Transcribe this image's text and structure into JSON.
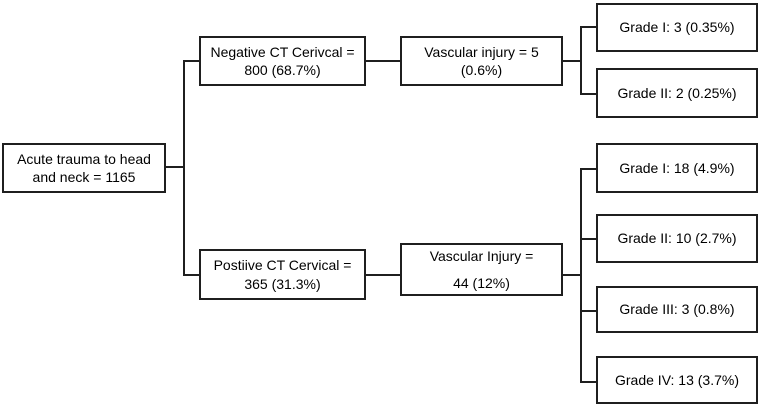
{
  "diagram": {
    "root": {
      "line1": "Acute trauma to head",
      "line2": "and neck = 1165"
    },
    "negative_branch": {
      "ct": {
        "line1": "Negative CT Cerivcal =",
        "line2": "800 (68.7%)"
      },
      "vascular": {
        "line1": "Vascular injury = 5",
        "line2": "(0.6%)"
      },
      "grades": [
        {
          "label": "Grade I: 3 (0.35%)"
        },
        {
          "label": "Grade II: 2 (0.25%)"
        }
      ]
    },
    "positive_branch": {
      "ct": {
        "line1": "Postiive CT Cervical =",
        "line2": "365 (31.3%)"
      },
      "vascular": {
        "line1": "Vascular Injury =",
        "line2": "44 (12%)"
      },
      "grades": [
        {
          "label": "Grade I: 18 (4.9%)"
        },
        {
          "label": "Grade II: 10 (2.7%)"
        },
        {
          "label": "Grade III: 3 (0.8%)"
        },
        {
          "label": "Grade IV: 13 (3.7%)"
        }
      ]
    },
    "colors": {
      "box_border": "#1f1f1f",
      "background": "#ffffff",
      "text": "#000000"
    }
  }
}
